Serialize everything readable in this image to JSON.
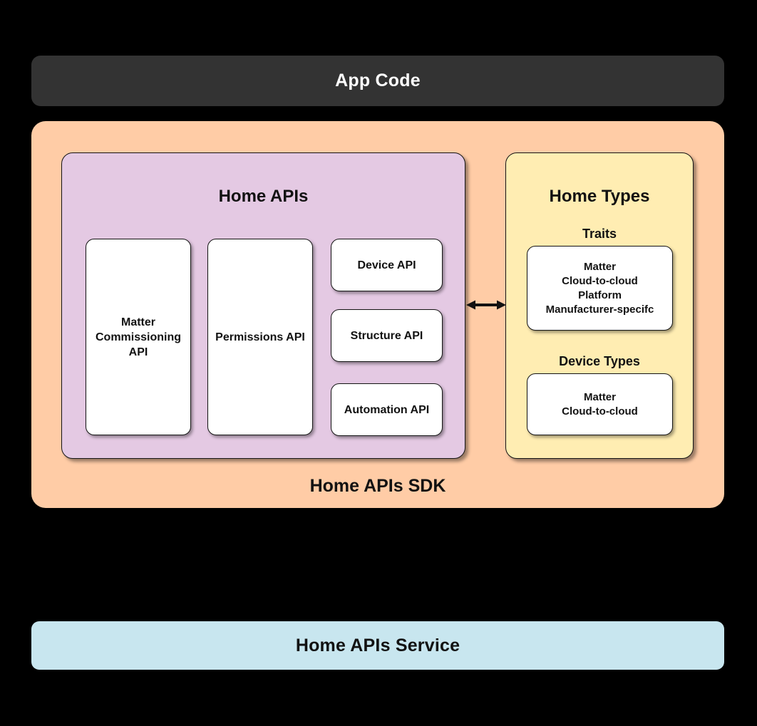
{
  "colors": {
    "background": "#000000",
    "app_code_bar": "#333333",
    "sdk_box": "#FFCCA6",
    "home_apis_panel": "#E4C9E3",
    "home_types_panel": "#FFEDB2",
    "service_bar": "#C8E6EF",
    "card": "#FFFFFF",
    "text_dark": "#121212",
    "text_light": "#FFFFFF"
  },
  "icons": {
    "arrow": "bidirectional-arrow"
  },
  "app_code": {
    "label": "App Code"
  },
  "sdk": {
    "label": "Home APIs SDK",
    "home_apis": {
      "title": "Home APIs",
      "cards": [
        {
          "label": "Matter Commissioning API"
        },
        {
          "label": "Permissions API"
        },
        {
          "label": "Device API"
        },
        {
          "label": "Structure API"
        },
        {
          "label": "Automation API"
        }
      ]
    },
    "home_types": {
      "title": "Home Types",
      "sections": [
        {
          "title": "Traits",
          "items": [
            "Matter",
            "Cloud-to-cloud",
            "Platform",
            "Manufacturer-specifc"
          ]
        },
        {
          "title": "Device Types",
          "items": [
            "Matter",
            "Cloud-to-cloud"
          ]
        }
      ]
    }
  },
  "service": {
    "label": "Home APIs Service"
  }
}
